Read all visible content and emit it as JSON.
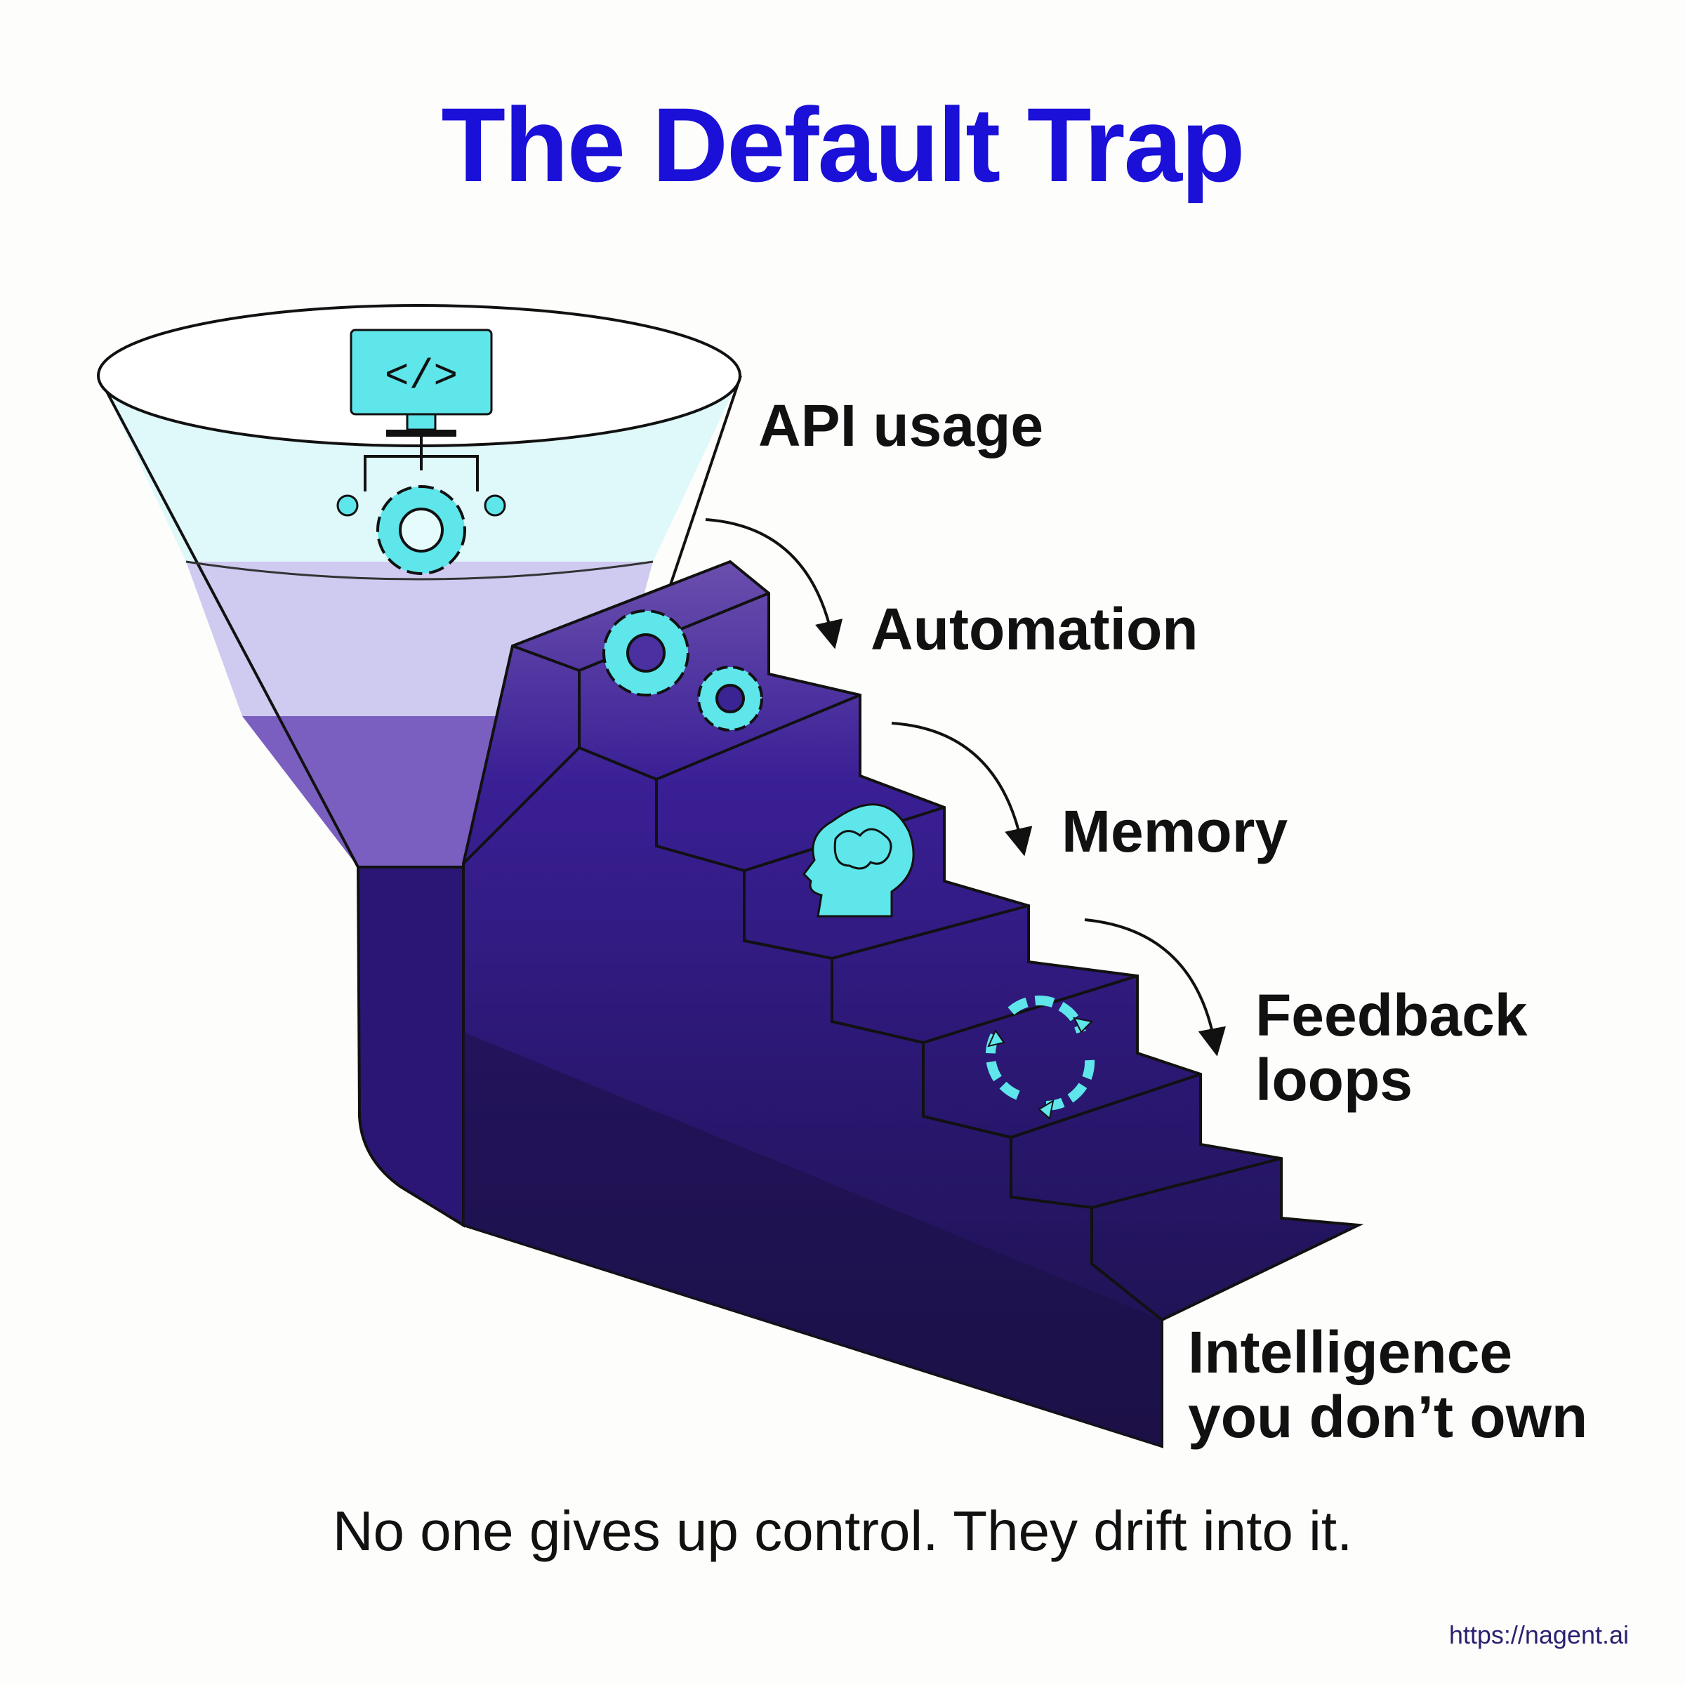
{
  "title": "The Default Trap",
  "steps": [
    {
      "label": "API usage",
      "icon": "code-monitor-gear-icon"
    },
    {
      "label": "Automation",
      "icon": "gears-icon"
    },
    {
      "label": "Memory",
      "icon": "brain-head-icon"
    },
    {
      "label": "Feedback loops",
      "icon": "cycle-arrows-icon"
    },
    {
      "label": "Intelligence you don’t own",
      "icon": ""
    }
  ],
  "tagline": "No one gives up control. They drift into it.",
  "url": "https://nagent.ai",
  "colors": {
    "title": "#1a10d8",
    "icon": "#5ee6ea",
    "stair_top": "#6d4fb0",
    "stair_mid": "#2f1a85",
    "stair_dark": "#1e124e",
    "funnel_light": "#dff8fa"
  }
}
